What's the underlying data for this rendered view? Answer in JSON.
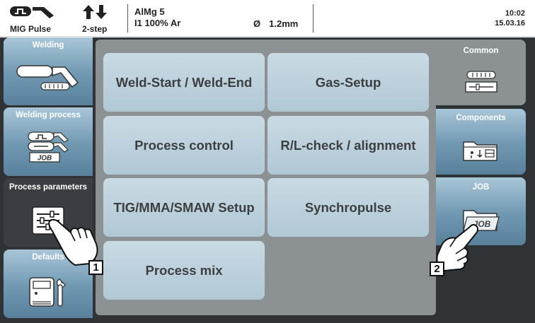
{
  "status_bar": {
    "mode_label": "MIG Pulse",
    "mode_icon": "mig-pulse-torch-icon",
    "trigger_label": "2-step",
    "trigger_icon": "two-step-arrows-icon",
    "material": "AlMg 5",
    "gas": "I1 100% Ar",
    "diameter_symbol": "Ø",
    "diameter": "1.2mm",
    "time": "10:02",
    "date": "15.03.16"
  },
  "left_nav": [
    {
      "label": "Welding",
      "icon": "welding-torch-icon"
    },
    {
      "label": "Welding process",
      "icon": "welding-process-icon"
    },
    {
      "label": "Process parameters",
      "icon": "sliders-icon",
      "active": true
    },
    {
      "label": "Defaults",
      "icon": "device-wrench-icon"
    }
  ],
  "job_icon_text": "JOB",
  "tiles": [
    {
      "label": "Weld-Start / Weld-End"
    },
    {
      "label": "Gas-Setup"
    },
    {
      "label": "Process control"
    },
    {
      "label": "R/L-check / alignment"
    },
    {
      "label": "TIG/MMA/SMAW Setup"
    },
    {
      "label": "Synchropulse"
    },
    {
      "label": "Process mix"
    }
  ],
  "right_nav": [
    {
      "label": "Common",
      "icon": "common-sliders-icon",
      "active": true
    },
    {
      "label": "Components",
      "icon": "components-folder-icon"
    },
    {
      "label": "JOB",
      "icon": "job-folder-icon"
    }
  ],
  "callouts": [
    "1",
    "2"
  ],
  "colors": {
    "tab_blue": "#6f97b0",
    "tile_bg": "#c3d6e0",
    "content_bg": "#8c9193",
    "frame_dark": "#2f3336"
  }
}
